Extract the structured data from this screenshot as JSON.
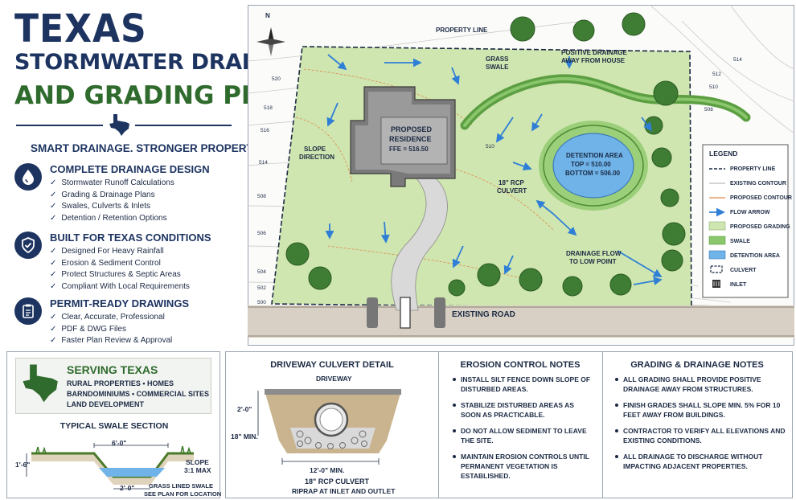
{
  "header": {
    "title_line1": "TEXAS",
    "title_line2": "STORMWATER DRAINAGE",
    "title_line3": "AND GRADING PLANS",
    "tagline": "SMART DRAINAGE. STRONGER PROPERTIES."
  },
  "features": [
    {
      "icon": "water-drop-icon",
      "title": "COMPLETE DRAINAGE DESIGN",
      "items": [
        "Stormwater Runoff Calculations",
        "Grading & Drainage Plans",
        "Swales, Culverts & Inlets",
        "Detention / Retention Options"
      ]
    },
    {
      "icon": "shield-check-icon",
      "title": "BUILT FOR TEXAS CONDITIONS",
      "items": [
        "Designed For Heavy Rainfall",
        "Erosion & Sediment Control",
        "Protect Structures & Septic Areas",
        "Compliant With Local Requirements"
      ]
    },
    {
      "icon": "clipboard-icon",
      "title": "PERMIT-READY DRAWINGS",
      "items": [
        "Clear, Accurate, Professional",
        "PDF & DWG Files",
        "Faster Plan Review & Approval"
      ]
    }
  ],
  "serving": {
    "title": "SERVING TEXAS",
    "lines": [
      "RURAL PROPERTIES • HOMES",
      "BARNDOMINIUMS • COMMERCIAL SITES",
      "LAND DEVELOPMENT"
    ]
  },
  "swale": {
    "title": "TYPICAL SWALE SECTION",
    "top_width": "6'-0\"",
    "depth": "1'-6\"",
    "bottom_width": "2'-0\"",
    "slope": "SLOPE",
    "slope_ratio": "3:1 MAX",
    "note1": "GRASS LINED SWALE",
    "note2": "SEE PLAN FOR LOCATION"
  },
  "culvert_detail": {
    "title": "DRIVEWAY CULVERT DETAIL",
    "driveway": "DRIVEWAY",
    "cover": "2'-0\"",
    "min_cover": "18\" MIN.",
    "width": "12'-0\" MIN.",
    "pipe": "18\" RCP CULVERT",
    "riprap": "RIPRAP AT INLET AND OUTLET"
  },
  "erosion_notes": {
    "title": "EROSION CONTROL NOTES",
    "items": [
      "INSTALL SILT FENCE DOWN SLOPE OF DISTURBED AREAS.",
      "STABILIZE DISTURBED AREAS AS SOON AS PRACTICABLE.",
      "DO NOT ALLOW SEDIMENT TO LEAVE THE SITE.",
      "MAINTAIN EROSION CONTROLS UNTIL PERMANENT VEGETATION IS ESTABLISHED."
    ]
  },
  "grading_notes": {
    "title": "GRADING & DRAINAGE NOTES",
    "items": [
      "ALL GRADING SHALL PROVIDE POSITIVE DRAINAGE AWAY FROM STRUCTURES.",
      "FINISH GRADES SHALL SLOPE MIN. 5% FOR 10 FEET AWAY FROM BUILDINGS.",
      "CONTRACTOR TO VERIFY ALL ELEVATIONS AND EXISTING CONDITIONS.",
      "ALL DRAINAGE TO DISCHARGE WITHOUT IMPACTING ADJACENT PROPERTIES."
    ]
  },
  "plan": {
    "north": "N",
    "property_line": "PROPERTY LINE",
    "grass_swale_1": "GRASS",
    "grass_swale_2": "SWALE",
    "positive_1": "POSITIVE DRAINAGE",
    "positive_2": "AWAY FROM HOUSE",
    "residence_1": "PROPOSED",
    "residence_2": "RESIDENCE",
    "ffe": "FFE = 516.50",
    "slope_1": "SLOPE",
    "slope_2": "DIRECTION",
    "rcp_1": "18\" RCP",
    "rcp_2": "CULVERT",
    "detention_1": "DETENTION AREA",
    "detention_2": "TOP = 510.00",
    "detention_3": "BOTTOM = 506.00",
    "flow_1": "DRAINAGE FLOW",
    "flow_2": "TO LOW POINT",
    "road": "EXISTING ROAD",
    "contours_left": [
      "520",
      "518",
      "516",
      "514",
      "508",
      "506",
      "504",
      "502",
      "500"
    ],
    "contours_right": [
      "514",
      "512",
      "510",
      "508"
    ],
    "contour_mid": "510"
  },
  "legend": {
    "title": "LEGEND",
    "items": [
      "PROPERTY LINE",
      "EXISTING CONTOUR",
      "PROPOSED CONTOUR",
      "FLOW ARROW",
      "PROPOSED GRADING",
      "SWALE",
      "DETENTION AREA",
      "CULVERT",
      "INLET"
    ]
  },
  "colors": {
    "navy": "#1d3461",
    "green": "#2f6b2c",
    "grass": "#cfe6b0",
    "swale": "#6aa84f",
    "water": "#6fb3e8",
    "flow": "#2f7fd6",
    "proposed_contour": "#e08a4a"
  }
}
